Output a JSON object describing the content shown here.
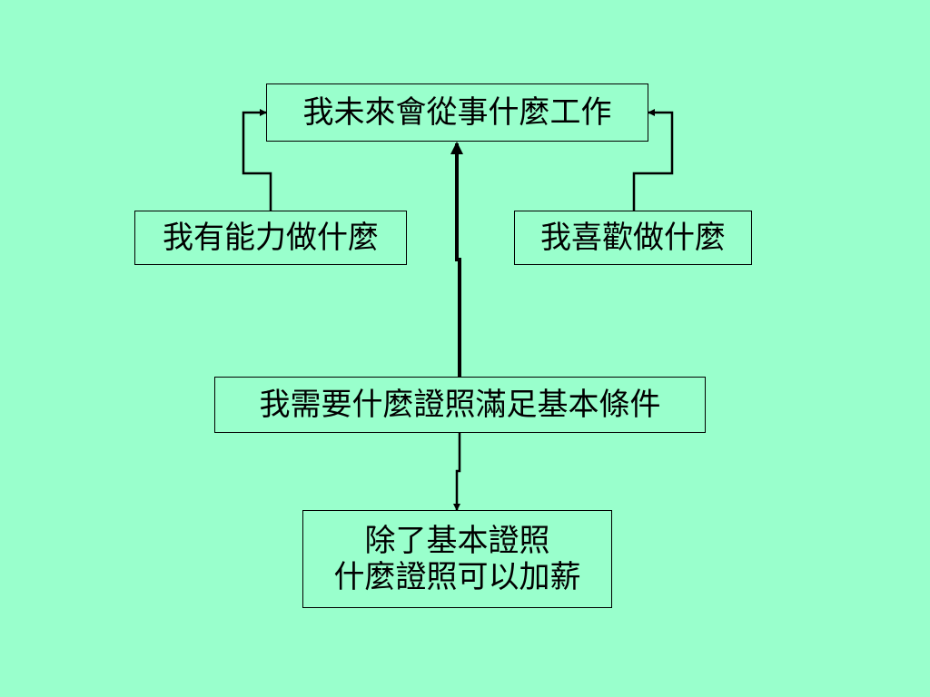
{
  "boxes": {
    "top": "我未來會從事什麼工作",
    "left": "我有能力做什麼",
    "right": "我喜歡做什麼",
    "middle": "我需要什麼證照滿足基本條件",
    "bottom_line1": "除了基本證照",
    "bottom_line2": "什麼證照可以加薪"
  },
  "colors": {
    "background": "#99ffcc",
    "line": "#000000"
  }
}
